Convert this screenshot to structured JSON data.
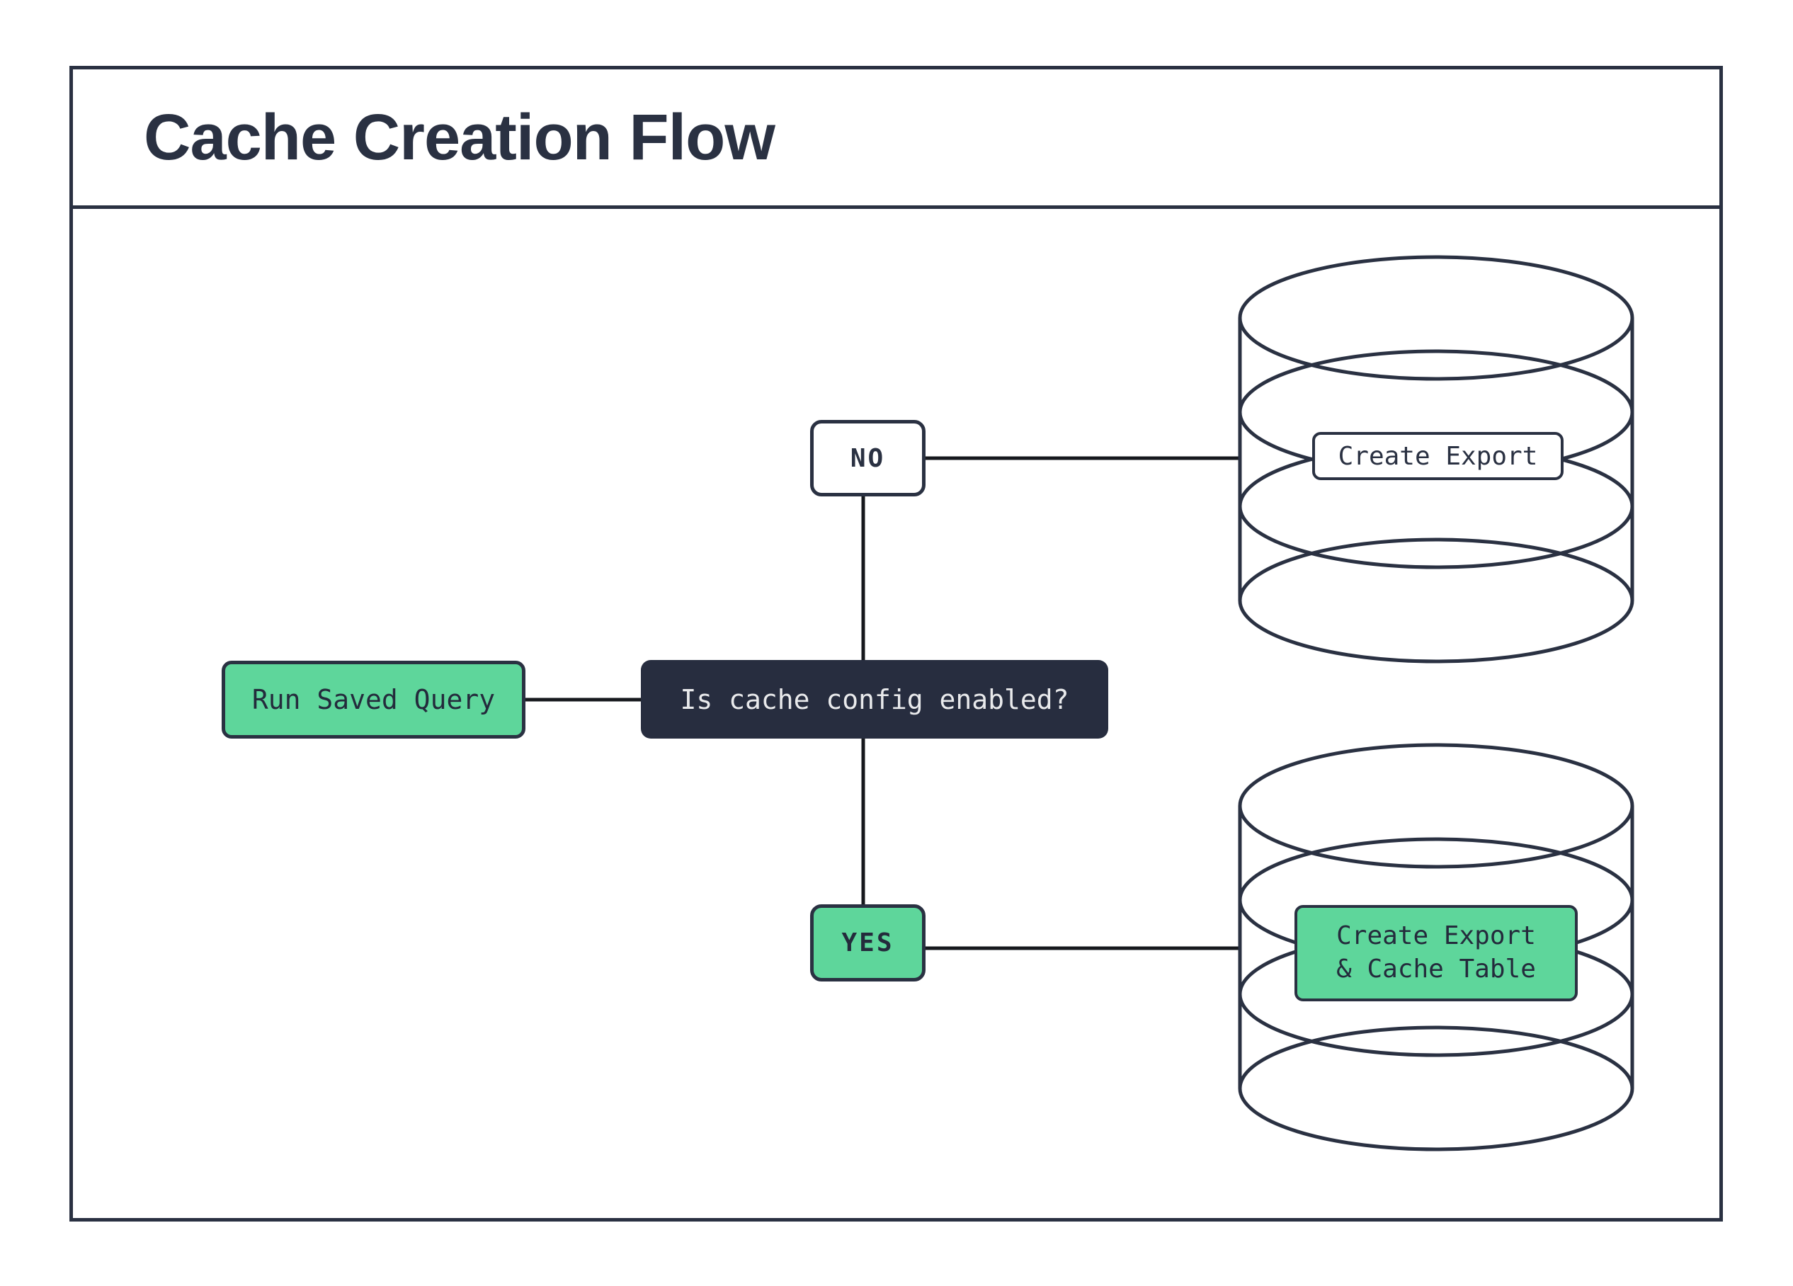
{
  "title": "Cache Creation Flow",
  "flow": {
    "start": {
      "label": "Run Saved Query"
    },
    "decision": {
      "label": "Is cache config enabled?"
    },
    "branch_no": {
      "label": "NO"
    },
    "branch_yes": {
      "label": "YES"
    },
    "no_result": {
      "label": "Create Export"
    },
    "yes_result": {
      "line1": "Create Export",
      "line2": "& Cache Table"
    }
  },
  "colors": {
    "accent_green": "#5ED69B",
    "outline_navy": "#2A3142",
    "decision_fill": "#272D3F",
    "connector_black": "#16181D",
    "background": "#FFFFFF"
  }
}
